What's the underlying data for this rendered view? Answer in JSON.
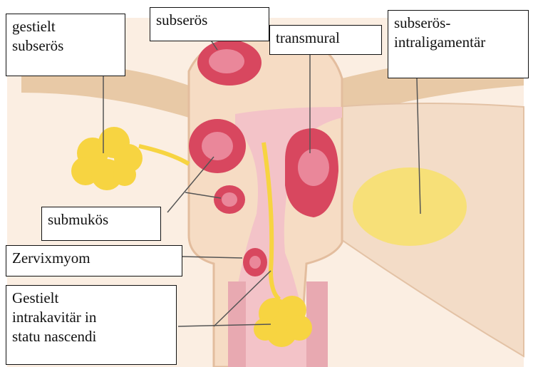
{
  "labels": {
    "gestielt_subseroes": "gestielt\nsubserös",
    "subseroes": "subserös",
    "transmural": "transmural",
    "subseroes_intraligamentaer": "subserös-\nintraligamentär",
    "submukoes": "submukös",
    "zervixmyom": "Zervixmyom",
    "gestielt_intrakavitaer": "Gestielt\nintrakavitär in\nstatu nascendi"
  },
  "colors": {
    "tissue": "#f6dcc4",
    "tissue_dark": "#e9c3a4",
    "cavity": "#f3c3c8",
    "myoma": "#d8475f",
    "myoma_light": "#f2a3b4",
    "pedunculated": "#f7d441",
    "leader_line": "#555555"
  }
}
